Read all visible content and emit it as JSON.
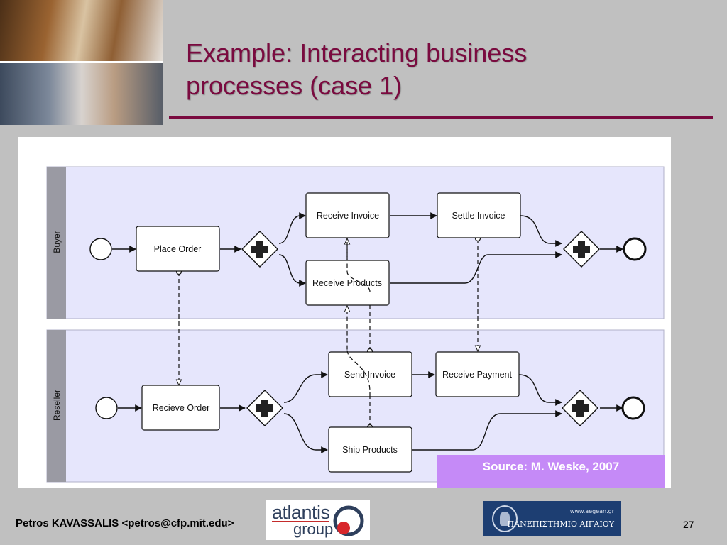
{
  "slide": {
    "title_line1": "Example: Interacting business",
    "title_line2": "processes (case 1)",
    "source": "Source: M. Weske, 2007",
    "author": "Petros KAVASSALIS <petros@cfp.mit.edu>",
    "page_number": "27"
  },
  "logos": {
    "atlantis_top": "atlantis",
    "atlantis_bottom": "group",
    "aegean_url": "www.aegean.gr",
    "aegean_name": "ΠΑΝΕΠΙΣΤΗΜΙΟ ΑΙΓΑΙΟΥ"
  },
  "colors": {
    "title": "#7a0a3f",
    "lane_fill": "#e6e6fc",
    "lane_header": "#9a9aa3",
    "source_badge": "#c58af7"
  },
  "diagram": {
    "lanes": [
      {
        "name": "Buyer",
        "tasks": [
          "Place Order",
          "Receive Invoice",
          "Settle Invoice",
          "Receive Products"
        ]
      },
      {
        "name": "Reseller",
        "tasks": [
          "Recieve Order",
          "Send Invoice",
          "Receive Payment",
          "Ship Products"
        ]
      }
    ]
  }
}
